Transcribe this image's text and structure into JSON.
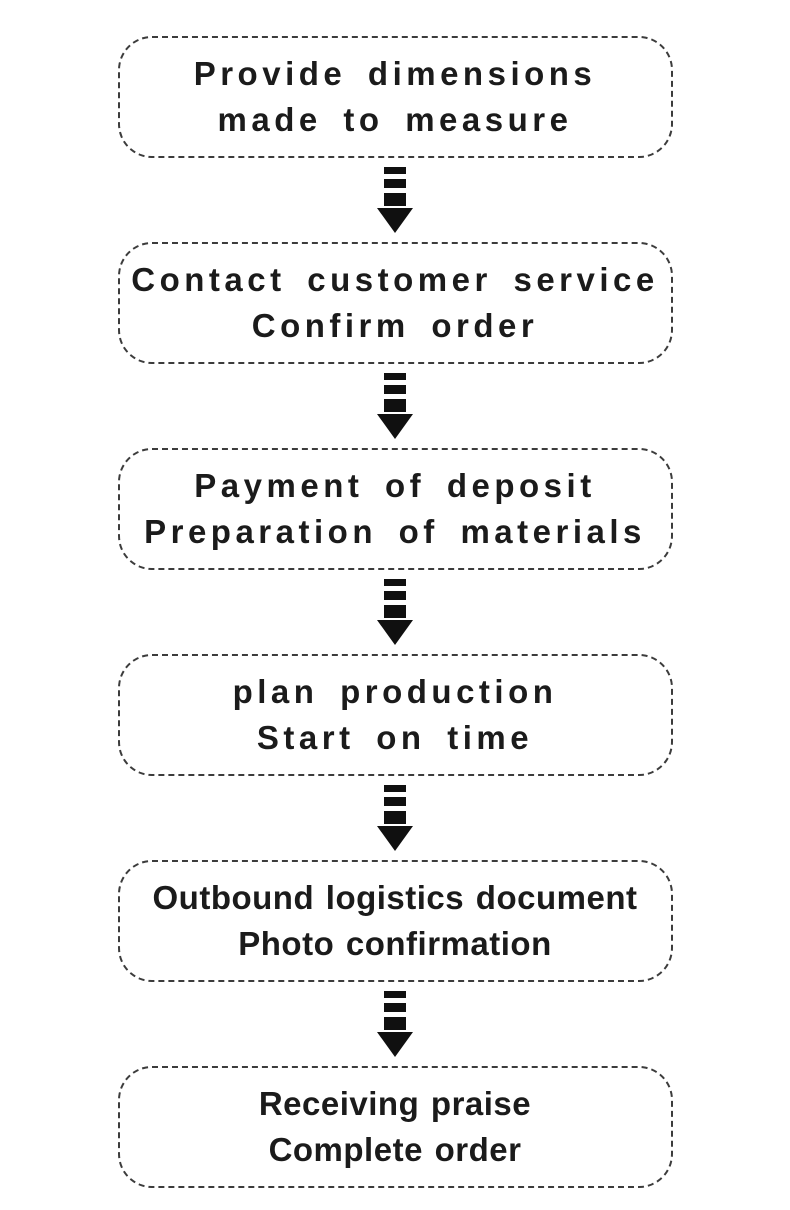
{
  "flow": {
    "steps": [
      {
        "line1": "Provide dimensions",
        "line2": "made to measure"
      },
      {
        "line1": "Contact customer service",
        "line2": "Confirm order"
      },
      {
        "line1": "Payment of deposit",
        "line2": "Preparation of materials"
      },
      {
        "line1": "plan production",
        "line2": "Start on time"
      },
      {
        "line1": "Outbound logistics document",
        "line2": "Photo confirmation"
      },
      {
        "line1": "Receiving praise",
        "line2": "Complete order"
      }
    ],
    "connector_icon": "segmented-down-arrow",
    "colors": {
      "text": "#1b1b1b",
      "border": "#3c3c3c",
      "background": "#ffffff",
      "arrow": "#101010"
    }
  }
}
